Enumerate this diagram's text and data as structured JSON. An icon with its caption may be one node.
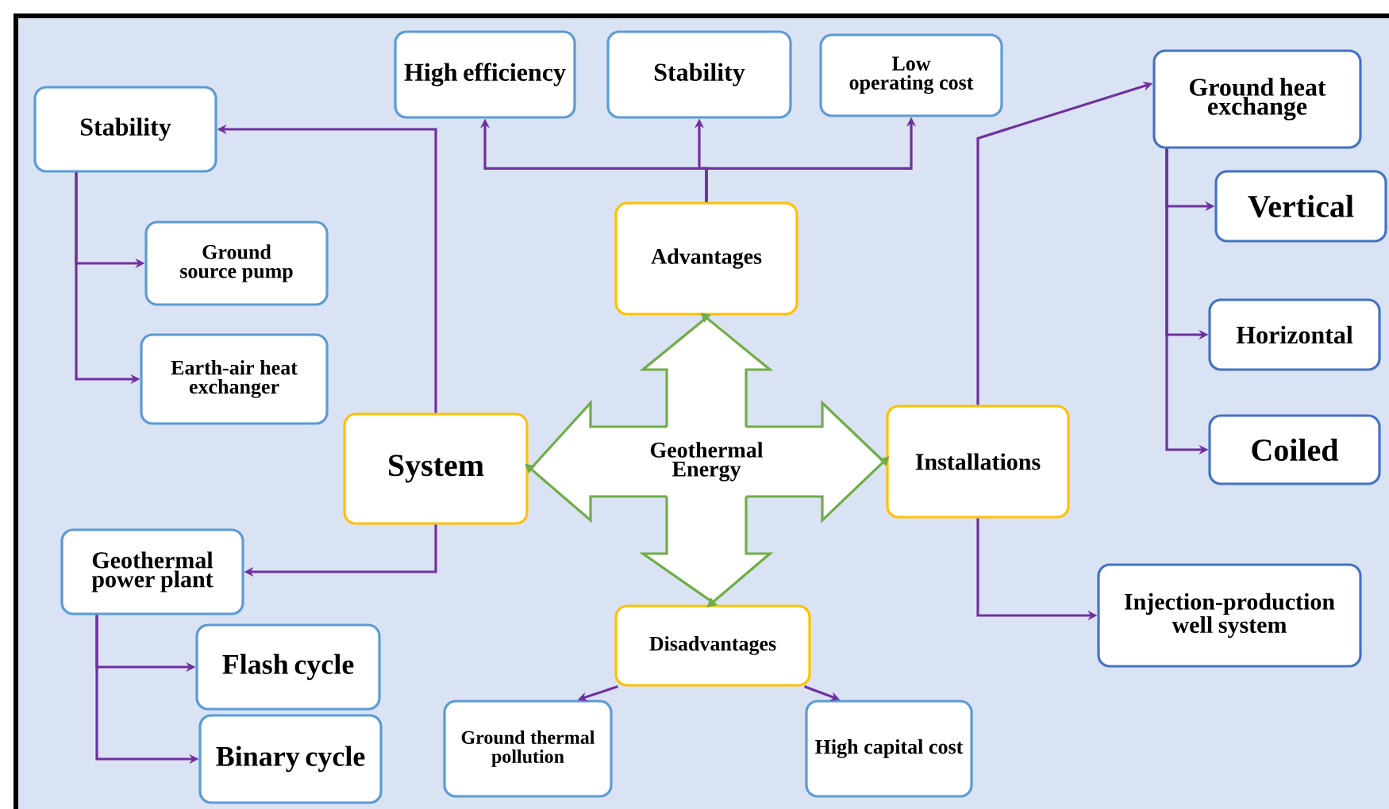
{
  "diagram": {
    "nodes": [
      {
        "text": [
          "Stability"
        ]
      },
      {
        "text": [
          "High efficiency"
        ]
      },
      {
        "text": [
          "Stability"
        ]
      },
      {
        "text": [
          "Low operating cost"
        ]
      },
      {
        "text": [
          "Ground heat exchange"
        ]
      },
      {
        "text": [
          "Advantages"
        ]
      },
      {
        "text": [
          "Ground source pump"
        ]
      },
      {
        "text": [
          "Vertical"
        ]
      },
      {
        "text": [
          "Earth-air heat exchanger"
        ]
      },
      {
        "text": [
          "Horizontal"
        ]
      },
      {
        "text": [
          "System"
        ]
      },
      {
        "text": [
          "Geothermal Energy"
        ]
      },
      {
        "text": [
          "Installations"
        ]
      },
      {
        "text": [
          "Coiled"
        ]
      },
      {
        "text": [
          "Geothermal power plant"
        ]
      },
      {
        "text": [
          "Injection-production well system"
        ]
      },
      {
        "text": [
          "Flash cycle"
        ]
      },
      {
        "text": [
          "Disadvantages"
        ]
      },
      {
        "text": [
          "Binary cycle"
        ]
      },
      {
        "text": [
          "Ground thermal pollution"
        ]
      },
      {
        "text": [
          "High capital cost"
        ]
      }
    ],
    "edges": [
      {
        "from": 10,
        "to": 0,
        "arrow": "to"
      },
      {
        "from": 0,
        "to": 6,
        "arrow": "to"
      },
      {
        "from": 0,
        "to": 8,
        "arrow": "to"
      },
      {
        "from": 5,
        "to": 1,
        "arrow": "to"
      },
      {
        "from": 5,
        "to": 2,
        "arrow": "to"
      },
      {
        "from": 5,
        "to": 3,
        "arrow": "to"
      },
      {
        "from": 12,
        "to": 4,
        "arrow": "to"
      },
      {
        "from": 4,
        "to": 7,
        "arrow": "to"
      },
      {
        "from": 4,
        "to": 9,
        "arrow": "to"
      },
      {
        "from": 4,
        "to": 13,
        "arrow": "to"
      },
      {
        "from": 12,
        "to": 15,
        "arrow": "to"
      },
      {
        "from": 10,
        "to": 14,
        "arrow": "to"
      },
      {
        "from": 14,
        "to": 16,
        "arrow": "to"
      },
      {
        "from": 14,
        "to": 18,
        "arrow": "to"
      },
      {
        "from": 17,
        "to": 19,
        "arrow": "to"
      },
      {
        "from": 17,
        "to": 20,
        "arrow": "to"
      },
      {
        "from": 11,
        "to": 5,
        "arrow": "to",
        "color": "#70ad47"
      },
      {
        "from": 11,
        "to": 10,
        "arrow": "to",
        "color": "#70ad47"
      },
      {
        "from": 11,
        "to": 12,
        "arrow": "to",
        "color": "#70ad47"
      },
      {
        "from": 11,
        "to": 17,
        "arrow": "to",
        "color": "#70ad47"
      }
    ]
  }
}
